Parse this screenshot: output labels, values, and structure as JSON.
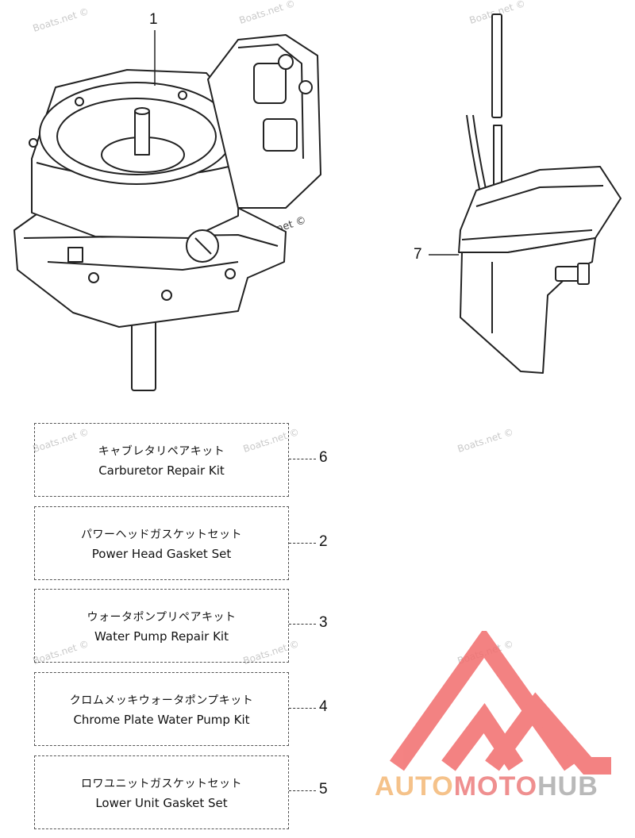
{
  "watermark": "Boats.net ©",
  "callouts": {
    "power_head": "1",
    "lower_unit": "7"
  },
  "kits": [
    {
      "jp": "キャブレタリペアキット",
      "en": "Carburetor Repair Kit",
      "num": "6"
    },
    {
      "jp": "パワーヘッドガスケットセット",
      "en": "Power Head Gasket Set",
      "num": "2"
    },
    {
      "jp": "ウォータポンプリペアキット",
      "en": "Water Pump Repair Kit",
      "num": "3"
    },
    {
      "jp": "クロムメッキウォータポンプキット",
      "en": "Chrome Plate Water Pump Kit",
      "num": "4"
    },
    {
      "jp": "ロワユニットガスケットセット",
      "en": "Lower Unit Gasket Set",
      "num": "5"
    }
  ],
  "logo": {
    "part1": "AUTO",
    "part2": "MOTO",
    "part3": "HUB",
    "colors": {
      "auto": "#f5c28a",
      "moto": "#ef8f8f",
      "hub": "#b9b9b9",
      "mark": "#f26d6d"
    }
  }
}
